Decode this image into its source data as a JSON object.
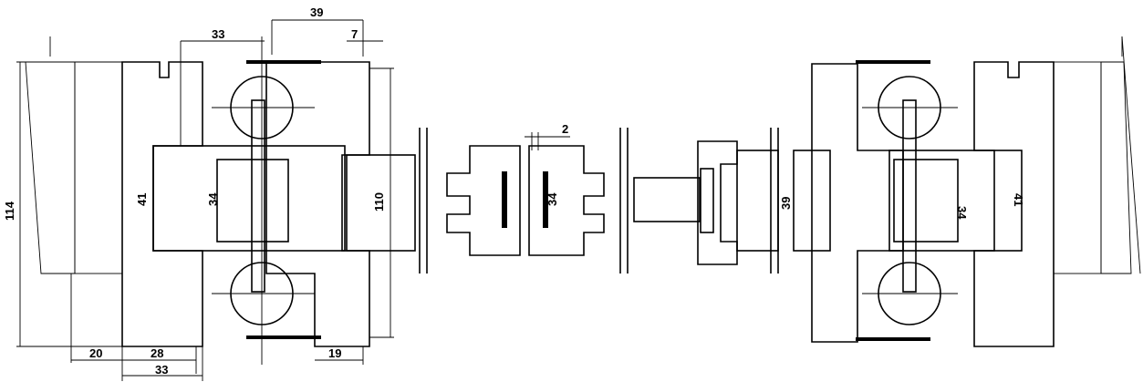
{
  "drawing": {
    "dimensions": {
      "top_33": "33",
      "top_39": "39",
      "top_7": "7",
      "left_114": "114",
      "mid_110": "110",
      "mid_2": "2",
      "right_39": "39",
      "bottom_20": "20",
      "bottom_28": "28",
      "bottom_19": "19",
      "bottom_33": "33",
      "inner_left_41": "41",
      "inner_left_34": "34",
      "inner_mid_34": "34",
      "inner_right_34": "34",
      "inner_right_41": "41"
    }
  }
}
